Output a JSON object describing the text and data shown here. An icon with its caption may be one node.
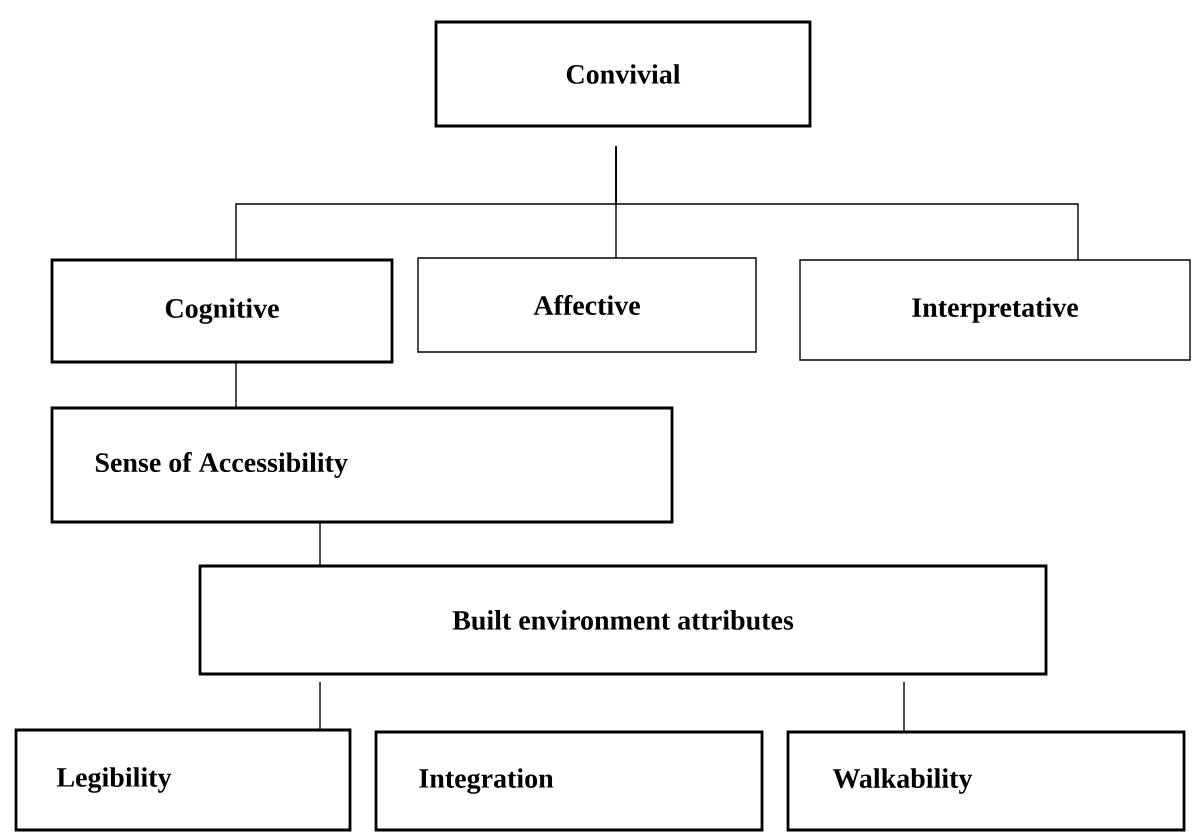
{
  "diagram": {
    "nodes": [
      {
        "text": [
          "Convivial"
        ]
      },
      {
        "text": [
          "Cognitive"
        ]
      },
      {
        "text": [
          "Affective"
        ]
      },
      {
        "text": [
          "Interpretative"
        ]
      },
      {
        "text": [
          "Sense of Accessibility"
        ]
      },
      {
        "text": [
          "Built environment attributes"
        ]
      },
      {
        "text": [
          "Legibility"
        ]
      },
      {
        "text": [
          "Integration"
        ]
      },
      {
        "text": [
          "Walkability"
        ]
      }
    ],
    "edges": [
      {
        "from": 0,
        "to": 1,
        "arrow": "none"
      },
      {
        "from": 0,
        "to": 2,
        "arrow": "none"
      },
      {
        "from": 0,
        "to": 3,
        "arrow": "none"
      },
      {
        "from": 1,
        "to": 4,
        "arrow": "none"
      },
      {
        "from": 4,
        "to": 5,
        "arrow": "none"
      },
      {
        "from": 5,
        "to": 6,
        "arrow": "none"
      },
      {
        "from": 5,
        "to": 8,
        "arrow": "none"
      }
    ]
  }
}
